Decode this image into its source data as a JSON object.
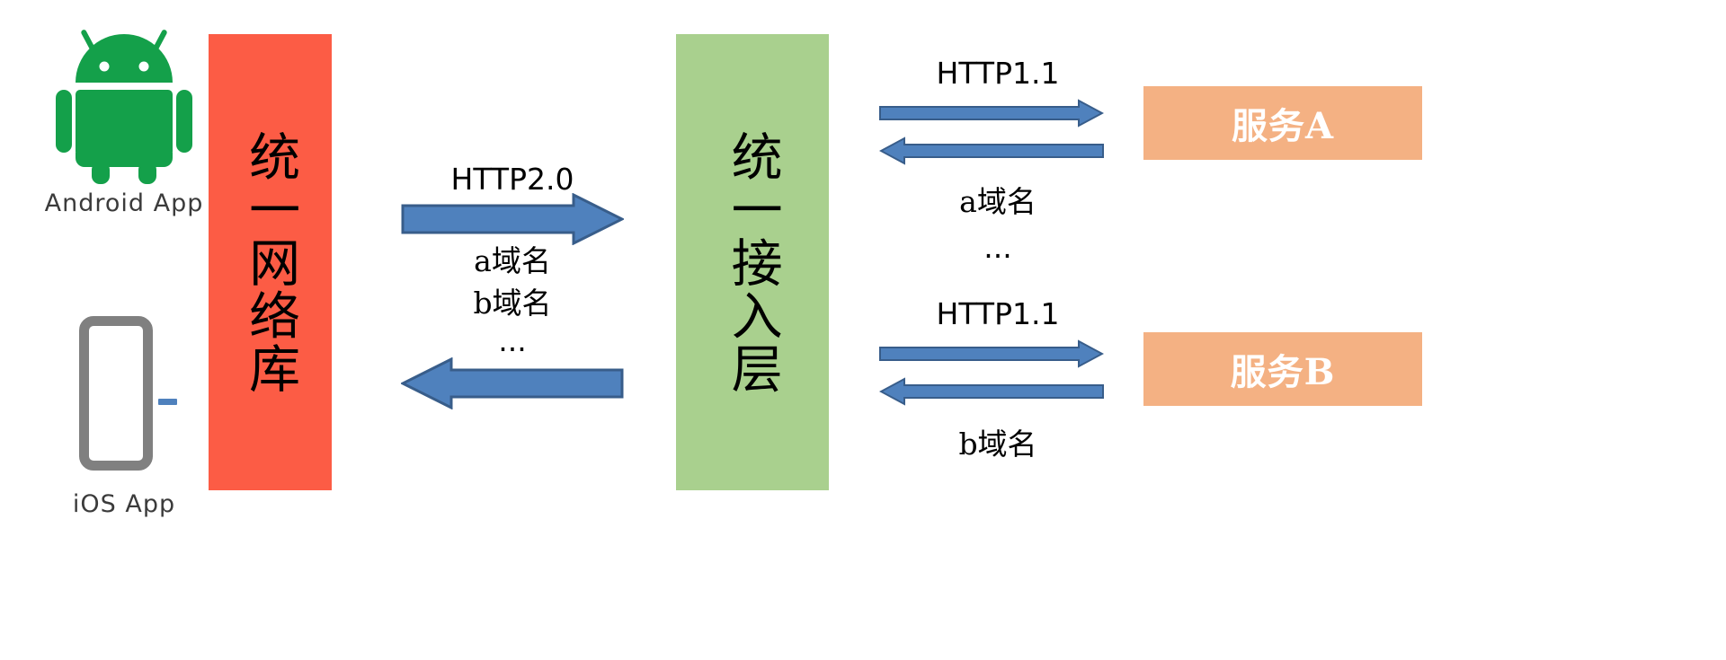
{
  "clients": [
    {
      "id": "android",
      "icon": "android-robot-icon",
      "label": "Android  App"
    },
    {
      "id": "ios",
      "icon": "mobile-phone-icon",
      "label": "iOS App"
    }
  ],
  "pillars": [
    {
      "id": "network-library",
      "label": "统一网络库",
      "color": "#FC5C45"
    },
    {
      "id": "access-layer",
      "label": "统一接入层",
      "color": "#A9D08E"
    }
  ],
  "services": [
    {
      "id": "service-a",
      "label": "服务A",
      "color": "#F4B183"
    },
    {
      "id": "service-b",
      "label": "服务B",
      "color": "#F4B183"
    }
  ],
  "flows": {
    "client_to_gateway": {
      "protocol": "HTTP2.0",
      "domains": [
        "a域名",
        "b域名"
      ],
      "ellipsis": "...",
      "arrow_color": "#4F81BD",
      "arrow_border": "#385D8A"
    },
    "gateway_to_service_a": {
      "protocol": "HTTP1.1",
      "domain": "a域名",
      "ellipsis": "...",
      "arrow_color": "#4F81BD",
      "arrow_border": "#385D8A"
    },
    "gateway_to_service_b": {
      "protocol": "HTTP1.1",
      "domain": "b域名",
      "arrow_color": "#4F81BD",
      "arrow_border": "#385D8A"
    }
  },
  "colors": {
    "android_green": "#14A04A",
    "phone_gray": "#808080",
    "accent_blue": "#4F81BD",
    "red": "#FC5C45",
    "green": "#A9D08E",
    "orange": "#F4B183"
  }
}
